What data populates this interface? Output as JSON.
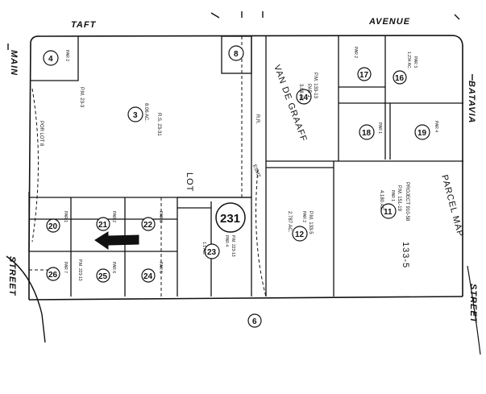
{
  "streets": {
    "taft": "TAFT",
    "avenue": "AVENUE",
    "main": "MAIN",
    "batavia": "BATAVIA",
    "street_left": "STREET",
    "street_right": "STREET"
  },
  "map_page": "231",
  "labels": {
    "van_de_graaff": "VAN DE GRAAFF",
    "parcel_map": "PARCEL MAP",
    "parcel_map_number": "133-5",
    "esmt": "ESMT.",
    "lot": "LOT",
    "por_lot": "POR LOT 8",
    "rr": "R.R."
  },
  "parcel_numbers": [
    "4",
    "8",
    "14",
    "3",
    "17",
    "18",
    "16",
    "19",
    "11",
    "12",
    "20",
    "21",
    "22",
    "23",
    "26",
    "25",
    "24",
    "6"
  ],
  "parcel_text": {
    "p4": "PAR 2",
    "p3_area": "8.06 AC.",
    "p3_ref": "R.S. 23-31",
    "p4_ref": "P.M. 23-3",
    "p14_ref": "P.M. 133-13",
    "p14_par": "PAR 1",
    "p14_area": "3.08 AC.",
    "p17": "PAR 2",
    "p18": "PAR 1",
    "p16": "PAR 3",
    "p16_area": "1.234 AC.",
    "p19": "PAR 4",
    "p11_project": "PROJECT 910-58",
    "p11_ref": "P.M. 151-19",
    "p11_par": "PAR 1",
    "p11_area": "4.180 AC.",
    "p12_ref": "P.M. 133-5",
    "p12_par": "PAR 2",
    "p12_area": "2.787 AC.",
    "p23_ref": "P.M. 223-13",
    "p23_par": "PAR 4",
    "p23_area": "1.1 AC.",
    "p20": "PAR 1",
    "p21": "PAR 2",
    "p22": "PAR 3",
    "p26": "PAR 7",
    "p25": "PAR 6",
    "p24": "PAR 5",
    "p26_ref": "P.M. 223-13"
  },
  "colors": {
    "ink": "#111111",
    "paper": "#ffffff"
  }
}
